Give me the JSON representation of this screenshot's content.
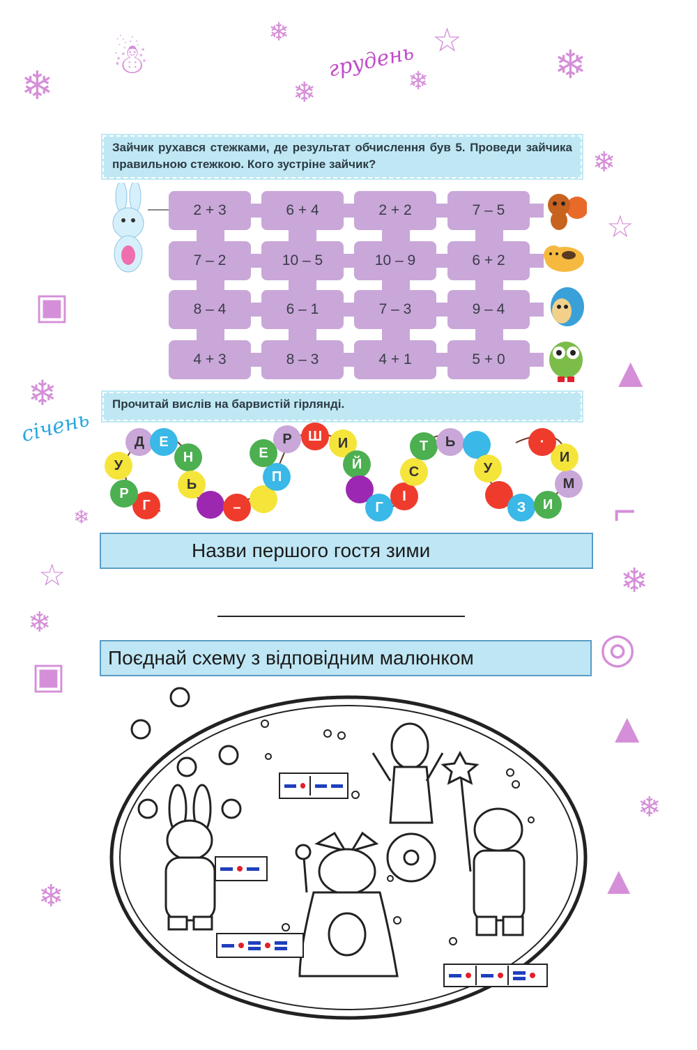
{
  "months": {
    "december": "грудень",
    "january": "січень"
  },
  "task1": {
    "text": "Зайчик рухався стежками, де результат обчислення був 5. Проведи зайчика правильною стежкою. Кого зустріне зайчик?",
    "rows": [
      [
        "2 + 3",
        "6 + 4",
        "2 + 2",
        "7 – 5"
      ],
      [
        "7 – 2",
        "10 – 5",
        "10 – 9",
        "6 + 2"
      ],
      [
        "8 – 4",
        "6 – 1",
        "7 – 3",
        "9 – 4"
      ],
      [
        "4 + 3",
        "8 – 3",
        "4 + 1",
        "5 + 0"
      ]
    ],
    "animals": [
      "squirrel-icon",
      "cat-icon",
      "hedgehog-icon",
      "owl-icon"
    ]
  },
  "task2": {
    "text": "Прочитай вислів на барвистій гірлянді.",
    "beads": [
      {
        "t": "Г",
        "c": "#ef3b2c"
      },
      {
        "t": "Р",
        "c": "#4caf50"
      },
      {
        "t": "У",
        "c": "#f5e43a"
      },
      {
        "t": "Д",
        "c": "#c9a7d8"
      },
      {
        "t": "Е",
        "c": "#3ab8e8"
      },
      {
        "t": "Н",
        "c": "#4caf50"
      },
      {
        "t": "Ь",
        "c": "#f5e43a"
      },
      {
        "t": "",
        "c": "#9c27b0"
      },
      {
        "t": "–",
        "c": "#ef3b2c"
      },
      {
        "t": "",
        "c": "#f5e43a"
      },
      {
        "t": "П",
        "c": "#3ab8e8"
      },
      {
        "t": "Е",
        "c": "#4caf50"
      },
      {
        "t": "Р",
        "c": "#c9a7d8"
      },
      {
        "t": "Ш",
        "c": "#ef3b2c"
      },
      {
        "t": "И",
        "c": "#f5e43a"
      },
      {
        "t": "Й",
        "c": "#4caf50"
      },
      {
        "t": "",
        "c": "#9c27b0"
      },
      {
        "t": "Г",
        "c": "#3ab8e8"
      },
      {
        "t": "І",
        "c": "#ef3b2c"
      },
      {
        "t": "С",
        "c": "#f5e43a"
      },
      {
        "t": "Т",
        "c": "#4caf50"
      },
      {
        "t": "Ь",
        "c": "#c9a7d8"
      },
      {
        "t": "",
        "c": "#3ab8e8"
      },
      {
        "t": "У",
        "c": "#f5e43a"
      },
      {
        "t": "",
        "c": "#ef3b2c"
      },
      {
        "t": "З",
        "c": "#3ab8e8"
      },
      {
        "t": "И",
        "c": "#4caf50"
      },
      {
        "t": "М",
        "c": "#c9a7d8"
      },
      {
        "t": "И",
        "c": "#f5e43a"
      },
      {
        "t": "·",
        "c": "#ef3b2c"
      }
    ]
  },
  "task3": {
    "label": "Назви першого гостя зими"
  },
  "task4": {
    "label": "Поєднай схему з відповідним малюнком"
  },
  "colors": {
    "accent_purple": "#c9a7d8",
    "box_blue": "#bfe6f4",
    "scheme_blue": "#1f3fbd",
    "scheme_red": "#e0202a"
  }
}
